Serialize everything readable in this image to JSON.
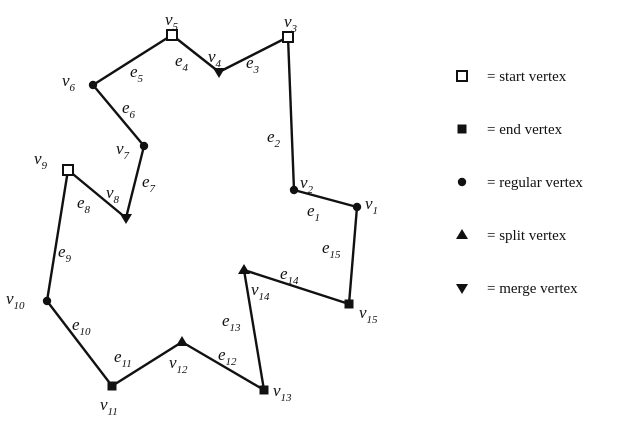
{
  "vertices": [
    {
      "id": "v1",
      "letter": "v",
      "index": "1",
      "type": "regular"
    },
    {
      "id": "v2",
      "letter": "v",
      "index": "2",
      "type": "regular"
    },
    {
      "id": "v3",
      "letter": "v",
      "index": "3",
      "type": "start"
    },
    {
      "id": "v4",
      "letter": "v",
      "index": "4",
      "type": "merge"
    },
    {
      "id": "v5",
      "letter": "v",
      "index": "5",
      "type": "start"
    },
    {
      "id": "v6",
      "letter": "v",
      "index": "6",
      "type": "regular"
    },
    {
      "id": "v7",
      "letter": "v",
      "index": "7",
      "type": "regular"
    },
    {
      "id": "v8",
      "letter": "v",
      "index": "8",
      "type": "merge"
    },
    {
      "id": "v9",
      "letter": "v",
      "index": "9",
      "type": "start"
    },
    {
      "id": "v10",
      "letter": "v",
      "index": "10",
      "type": "regular"
    },
    {
      "id": "v11",
      "letter": "v",
      "index": "11",
      "type": "end"
    },
    {
      "id": "v12",
      "letter": "v",
      "index": "12",
      "type": "split"
    },
    {
      "id": "v13",
      "letter": "v",
      "index": "13",
      "type": "end"
    },
    {
      "id": "v14",
      "letter": "v",
      "index": "14",
      "type": "split"
    },
    {
      "id": "v15",
      "letter": "v",
      "index": "15",
      "type": "end"
    }
  ],
  "edges": [
    {
      "id": "e1",
      "letter": "e",
      "index": "1",
      "from": "v1",
      "to": "v2"
    },
    {
      "id": "e2",
      "letter": "e",
      "index": "2",
      "from": "v2",
      "to": "v3"
    },
    {
      "id": "e3",
      "letter": "e",
      "index": "3",
      "from": "v3",
      "to": "v4"
    },
    {
      "id": "e4",
      "letter": "e",
      "index": "4",
      "from": "v4",
      "to": "v5"
    },
    {
      "id": "e5",
      "letter": "e",
      "index": "5",
      "from": "v5",
      "to": "v6"
    },
    {
      "id": "e6",
      "letter": "e",
      "index": "6",
      "from": "v6",
      "to": "v7"
    },
    {
      "id": "e7",
      "letter": "e",
      "index": "7",
      "from": "v7",
      "to": "v8"
    },
    {
      "id": "e8",
      "letter": "e",
      "index": "8",
      "from": "v8",
      "to": "v9"
    },
    {
      "id": "e9",
      "letter": "e",
      "index": "9",
      "from": "v9",
      "to": "v10"
    },
    {
      "id": "e10",
      "letter": "e",
      "index": "10",
      "from": "v10",
      "to": "v11"
    },
    {
      "id": "e11",
      "letter": "e",
      "index": "11",
      "from": "v11",
      "to": "v12"
    },
    {
      "id": "e12",
      "letter": "e",
      "index": "12",
      "from": "v12",
      "to": "v13"
    },
    {
      "id": "e13",
      "letter": "e",
      "index": "13",
      "from": "v13",
      "to": "v14"
    },
    {
      "id": "e14",
      "letter": "e",
      "index": "14",
      "from": "v14",
      "to": "v15"
    },
    {
      "id": "e15",
      "letter": "e",
      "index": "15",
      "from": "v15",
      "to": "v1"
    }
  ],
  "legend": [
    {
      "type": "start",
      "label": "= start vertex"
    },
    {
      "type": "end",
      "label": "= end vertex"
    },
    {
      "type": "regular",
      "label": "= regular vertex"
    },
    {
      "type": "split",
      "label": "= split vertex"
    },
    {
      "type": "merge",
      "label": "= merge vertex"
    }
  ]
}
